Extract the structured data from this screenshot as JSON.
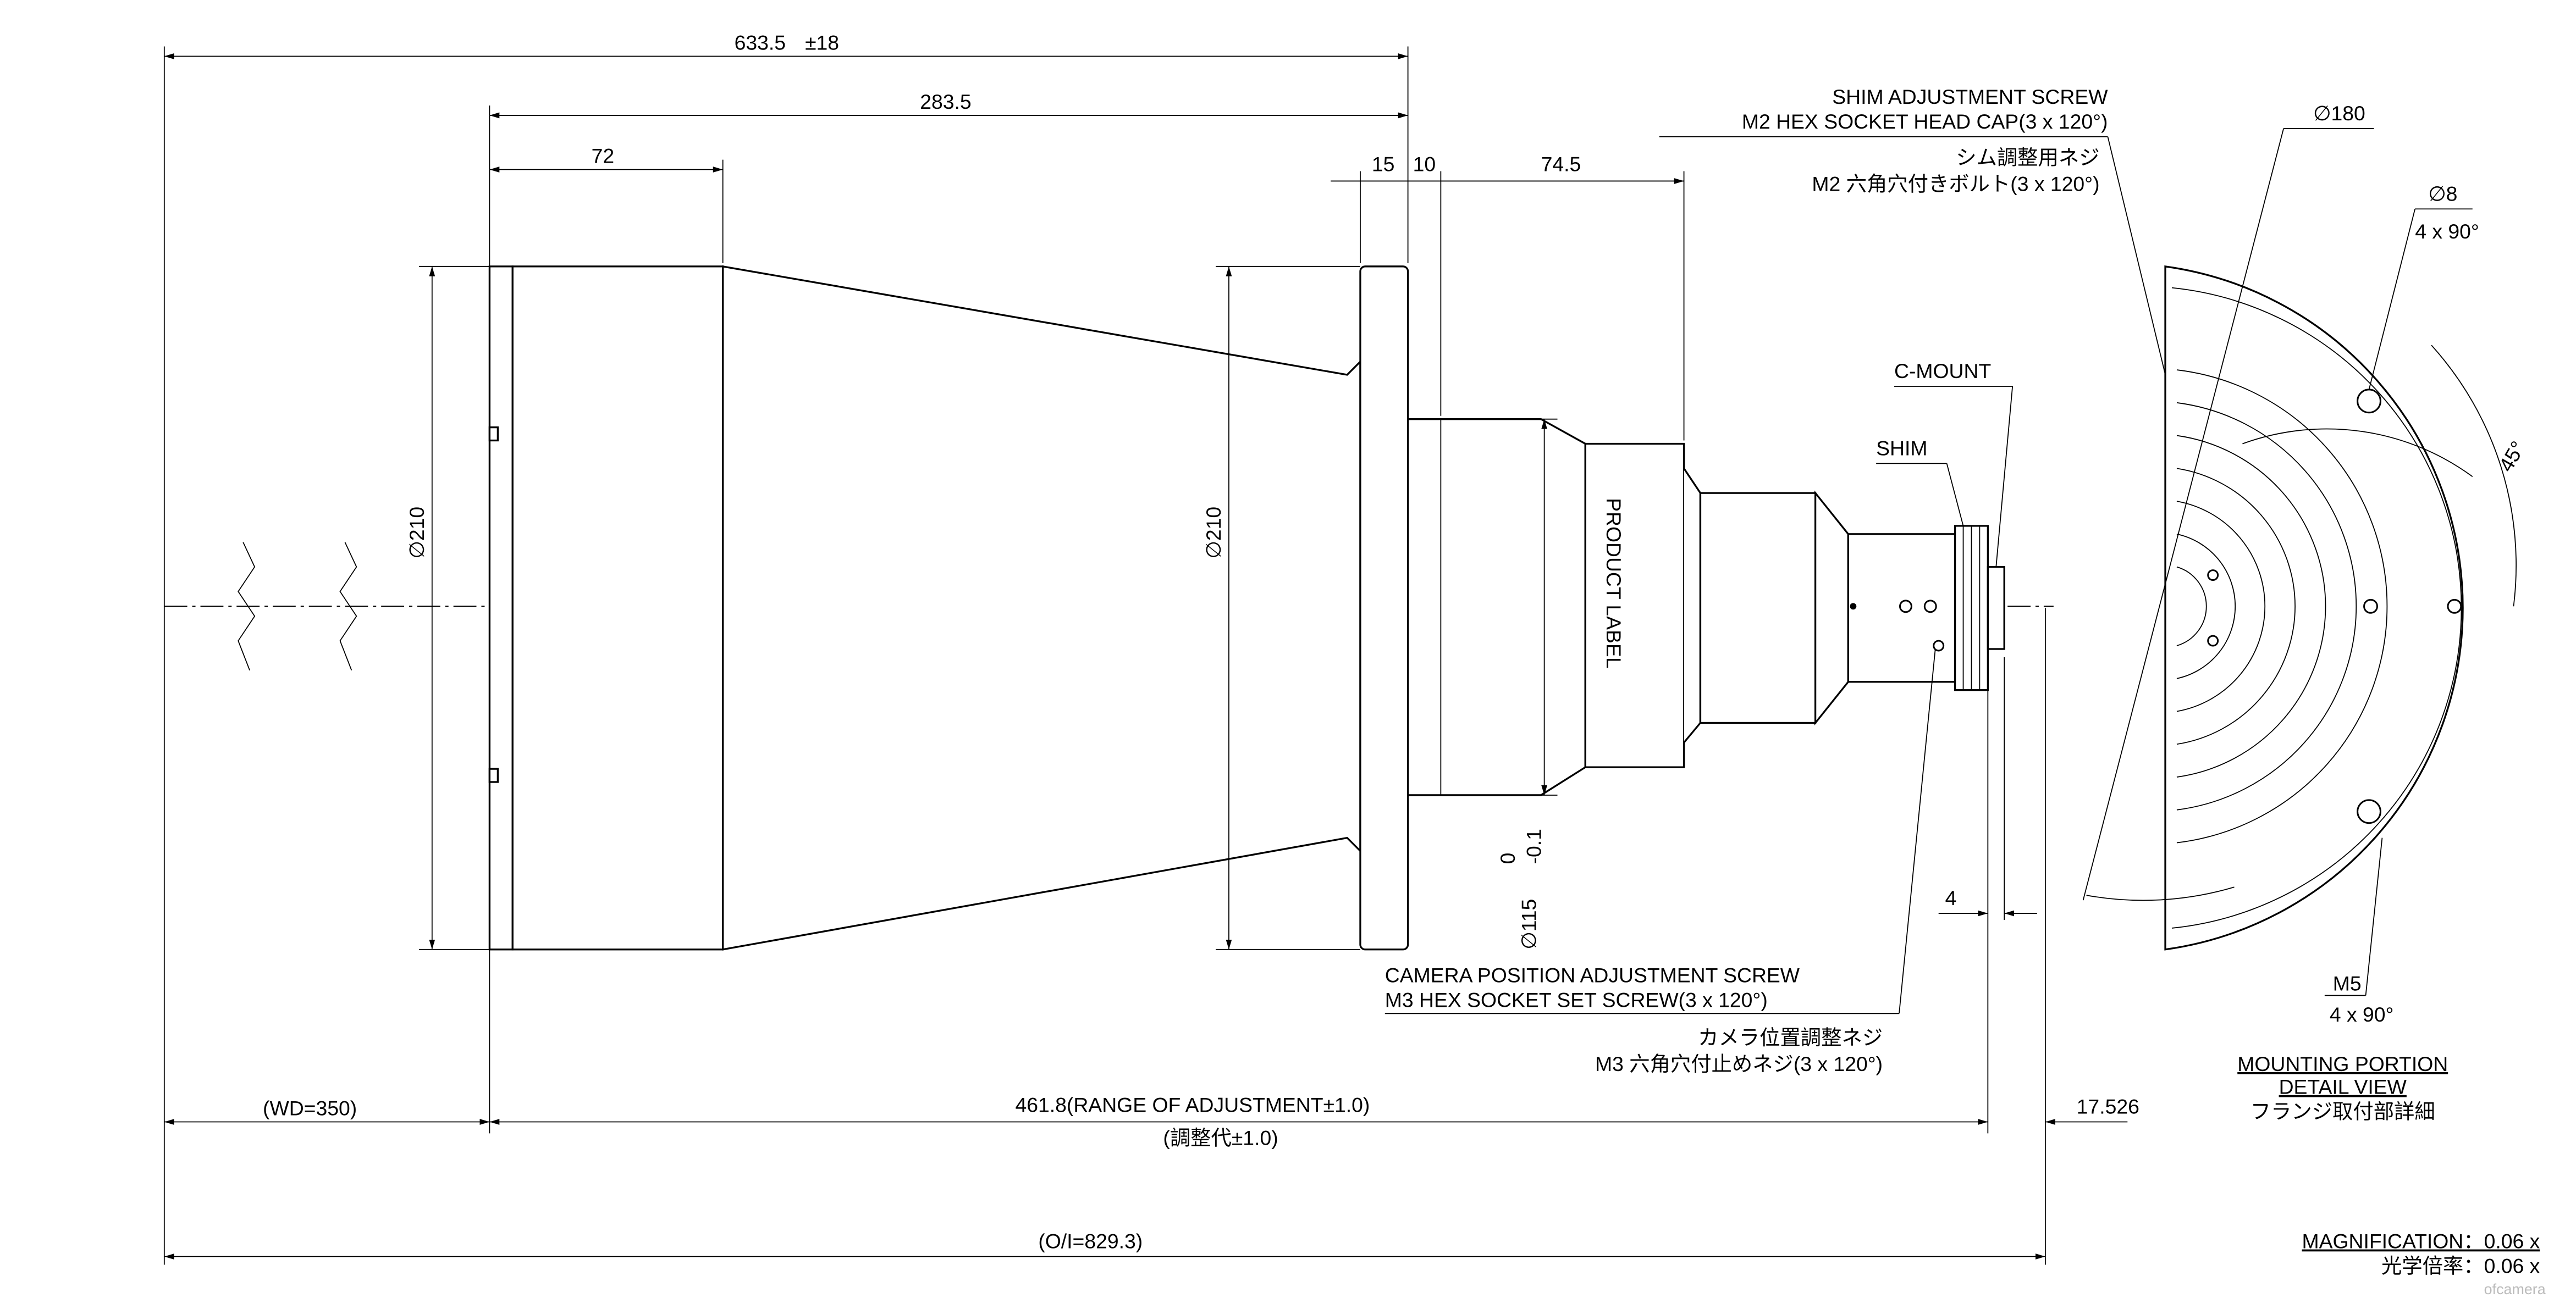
{
  "dimensions": {
    "overall_length": "633.5",
    "overall_tol": "±18",
    "front_to_flange": "283.5",
    "front_barrel": "72",
    "flange_thickness": "15",
    "flange_gap": "10",
    "rear_section": "74.5",
    "front_diameter": "210",
    "flange_diameter": "210",
    "rear_diameter": "115",
    "rear_diameter_tol_upper": "0",
    "rear_diameter_tol_lower": "-0.1",
    "shim_gap": "4",
    "working_distance": "(WD=350)",
    "adjustment_range": "461.8(RANGE OF ADJUSTMENT±1.0)",
    "adjustment_range_jp": "(調整代±1.0)",
    "flange_back": "17.526",
    "object_to_image": "(O/I=829.3)",
    "detail_diameter": "180",
    "hole_diameter": "8",
    "hole_pattern": "4 x 90°",
    "angle": "45°",
    "thread_m5": "M5",
    "thread_m5_pattern": "4 x 90°",
    "diameter_symbol": "∅"
  },
  "labels": {
    "shim_screw_en_1": "SHIM ADJUSTMENT SCREW",
    "shim_screw_en_2": "M2 HEX SOCKET HEAD CAP(3 x 120°)",
    "shim_screw_jp_1": "シム調整用ネジ",
    "shim_screw_jp_2": "M2 六角穴付きボルト(3 x 120°)",
    "c_mount": "C-MOUNT",
    "shim": "SHIM",
    "product_label": "PRODUCT LABEL",
    "camera_screw_en_1": "CAMERA POSITION ADJUSTMENT SCREW",
    "camera_screw_en_2": "M3 HEX SOCKET SET SCREW(3 x 120°)",
    "camera_screw_jp_1": "カメラ位置調整ネジ",
    "camera_screw_jp_2": "M3 六角穴付止めネジ(3 x 120°)",
    "detail_title_1": "MOUNTING PORTION",
    "detail_title_2": "DETAIL VIEW",
    "detail_title_jp": "フランジ取付部詳細",
    "magnification_en": "MAGNIFICATION：0.06 x",
    "magnification_jp": "光学倍率：0.06 x",
    "watermark": "ofcamera"
  }
}
